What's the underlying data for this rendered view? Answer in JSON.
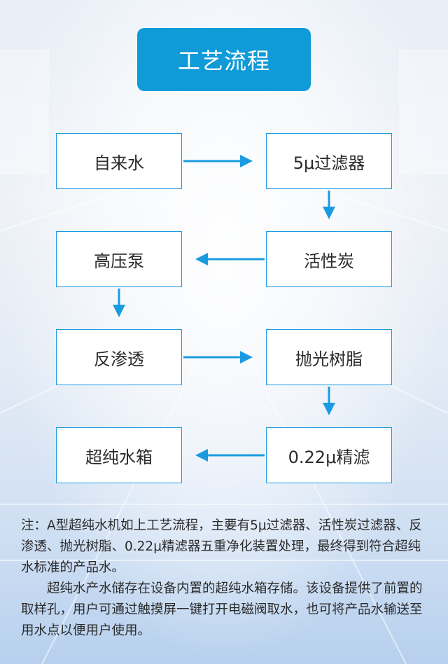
{
  "title": "工艺流程",
  "nodes": {
    "tap_water": "自来水",
    "filter_5u": "5μ过滤器",
    "high_pressure_pump": "高压泵",
    "activated_carbon": "活性炭",
    "reverse_osmosis": "反渗透",
    "polishing_resin": "抛光树脂",
    "ultrapure_tank": "超纯水箱",
    "filter_022u": "0.22μ精滤"
  },
  "flow": [
    [
      "自来水",
      "5μ过滤器"
    ],
    [
      "5μ过滤器",
      "活性炭"
    ],
    [
      "活性炭",
      "高压泵"
    ],
    [
      "高压泵",
      "反渗透"
    ],
    [
      "反渗透",
      "抛光树脂"
    ],
    [
      "抛光树脂",
      "0.22μ精滤"
    ],
    [
      "0.22μ精滤",
      "超纯水箱"
    ]
  ],
  "colors": {
    "accent": "#0f9ad8",
    "arrow": "#1a9be0",
    "border": "#1a9be0"
  },
  "note": {
    "paragraph1": "注：A型超纯水机如上工艺流程，主要有5μ过滤器、活性炭过滤器、反渗透、抛光树脂、0.22μ精滤器五重净化装置处理，最终得到符合超纯水标准的产品水。",
    "paragraph2": "超纯水产水储存在设备内置的超纯水箱存储。该设备提供了前置的取样孔，用户可通过触摸屏一键打开电磁阀取水，也可将产品水输送至用水点以便用户使用。"
  }
}
